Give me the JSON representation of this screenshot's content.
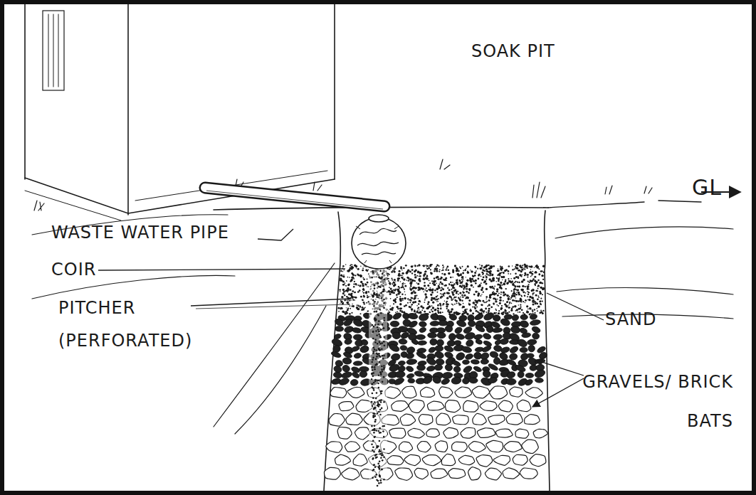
{
  "diagram": {
    "title": "SOAK PIT",
    "labels": [
      "GL",
      "WASTE WATER PIPE",
      "COIR",
      "PITCHER (PERFORATED)",
      "SAND",
      "GRAVELS/ BRICK BATS"
    ]
  }
}
